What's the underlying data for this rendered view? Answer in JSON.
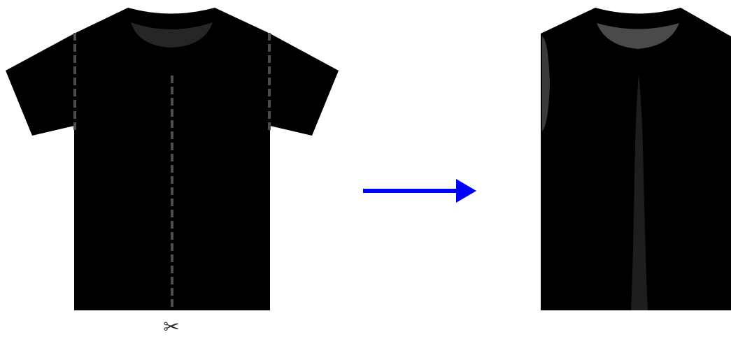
{
  "diagram": {
    "before": {
      "item": "t-shirt",
      "cut_lines": [
        "left-shoulder-seam",
        "center-front",
        "right-shoulder-seam"
      ],
      "tool_icon": "scissors-icon",
      "tool_glyph": "✂"
    },
    "transition": {
      "icon": "arrow-right-icon",
      "color": "#0000ff"
    },
    "after": {
      "item": "open-front vest"
    },
    "colors": {
      "garment": "#000000",
      "collar_inner_before": "#262626",
      "collar_inner_after": "#4a4a4a",
      "cut_line": "#4d4d4d",
      "highlight": "#3a3a3a",
      "center_slit": "#1e1e1e",
      "background": "#ffffff"
    }
  }
}
